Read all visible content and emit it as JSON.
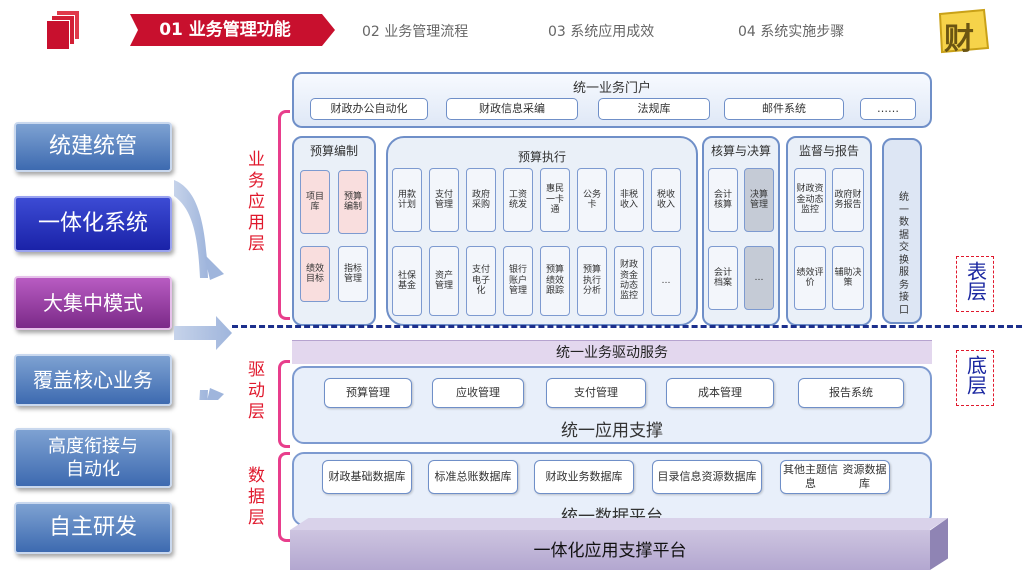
{
  "nav": {
    "active_tab": "01 业务管理功能",
    "tabs": [
      "02  业务管理流程",
      "03 系统应用成效",
      "04  系统实施步骤"
    ],
    "brand_logo": "财"
  },
  "colors": {
    "accent_red": "#c8102e",
    "panel_border": "#6f8fc8",
    "label_red": "#e0192d",
    "tag_blue": "#1a27a0"
  },
  "features": [
    "统建统管",
    "一体化系统",
    "大集中模式",
    "覆盖核心业务",
    "高度衔接与自动化",
    "自主研发"
  ],
  "features_split": {
    "line1": "高度衔接与",
    "line2": "自动化"
  },
  "layers": {
    "business": "业务应用层",
    "driver": "驱动层",
    "data": "数据层",
    "surface": "表层",
    "bottom": "底层"
  },
  "portal": {
    "title": "统一业务门户",
    "items": [
      "财政办公自动化",
      "财政信息采编",
      "法规库",
      "邮件系统",
      "……"
    ]
  },
  "budget_compile": {
    "title": "预算编制",
    "cells": [
      "项目库",
      "预算编制",
      "绩效目标",
      "指标管理"
    ]
  },
  "budget_exec": {
    "title": "预算执行",
    "row1": [
      "用款计划",
      "支付管理",
      "政府采购",
      "工资统发",
      "惠民一卡通",
      "公务卡",
      "非税收入",
      "税收收入"
    ],
    "row2": [
      "社保基金",
      "资产管理",
      "支付电子化",
      "银行账户管理",
      "预算绩效跟踪",
      "预算执行分析",
      "财政资金动态监控",
      "…"
    ]
  },
  "accounting": {
    "title": "核算与决算",
    "cells": [
      "会计核算",
      "决算管理",
      "会计档案",
      "…"
    ]
  },
  "supervision": {
    "title": "监督与报告",
    "cells": [
      "财政资金动态监控",
      "政府财务报告",
      "绩效评价",
      "辅助决策"
    ]
  },
  "exchange": "统一数据交换服务接口",
  "driver_service": "统一业务驱动服务",
  "app_support": {
    "title": "统一应用支撑",
    "items": [
      "预算管理",
      "应收管理",
      "支付管理",
      "成本管理",
      "报告系统"
    ]
  },
  "data_platform": {
    "title": "统一数据平台",
    "items": [
      {
        "l1": "财政基础",
        "l2": "数据库"
      },
      {
        "l1": "标准总账",
        "l2": "数据库"
      },
      {
        "l1": "财政业务",
        "l2": "数据库"
      },
      {
        "l1": "目录信息资源",
        "l2": "数据库"
      },
      {
        "l1": "其他主题信息",
        "l2": "资源数据库"
      }
    ]
  },
  "platform": "一体化应用支撑平台",
  "icons": [
    "document-stack-icon",
    "arrow-up-icon",
    "arrow-right-icon",
    "arrow-down-icon",
    "brand-logo-icon"
  ]
}
